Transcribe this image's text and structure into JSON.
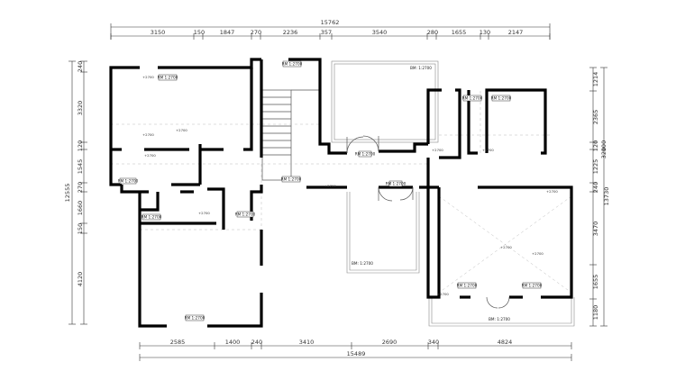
{
  "dimensions": {
    "top_total": "15762",
    "top": [
      "3150",
      "150",
      "1847",
      "270",
      "2236",
      "357",
      "3540",
      "280",
      "1655",
      "130",
      "2147"
    ],
    "bottom_total": "15489",
    "bottom": [
      "2585",
      "1400",
      "240",
      "3410",
      "2690",
      "340",
      "4824"
    ],
    "left_total": "12555",
    "left": [
      "240",
      "3320",
      "120",
      "1545",
      "270",
      "1660",
      "150",
      "4120"
    ],
    "right_total": "13730",
    "right": [
      "1214",
      "2365",
      "120",
      "1225",
      "240",
      "3470",
      "1655",
      "1180"
    ],
    "right_outer": [
      "100",
      "320"
    ]
  },
  "room_labels": {
    "room_a": "RM 1:2700",
    "room_b": "RM 1:2700",
    "room_c": "RM 1:2700",
    "room_d": "RM 1:2700",
    "room_e": "RM 1:2700",
    "room_f": "RM 1:2700",
    "room_g": "RM 1:2700",
    "room_h": "RM 1:2700",
    "room_i": "RM 1:2700",
    "room_j": "RM 1:2700",
    "room_k": "RM 1:2700",
    "room_l": "RM 1:2700",
    "room_m": "RM 1:2700",
    "balcony_top": "BM: 1:2700",
    "balcony_left": "BM: 1:2700",
    "balcony_bottom": "BM: 1:2700"
  },
  "elevations": {
    "e1": "+2700",
    "e2": "+2700",
    "e3": "+2700",
    "e4": "+2700",
    "e5": "+2700",
    "e6": "+2700",
    "e7": "+2700",
    "e8": "+2700",
    "e9": "+2700",
    "e10": "+2700",
    "e11": "+2700",
    "e12": "+2700"
  }
}
